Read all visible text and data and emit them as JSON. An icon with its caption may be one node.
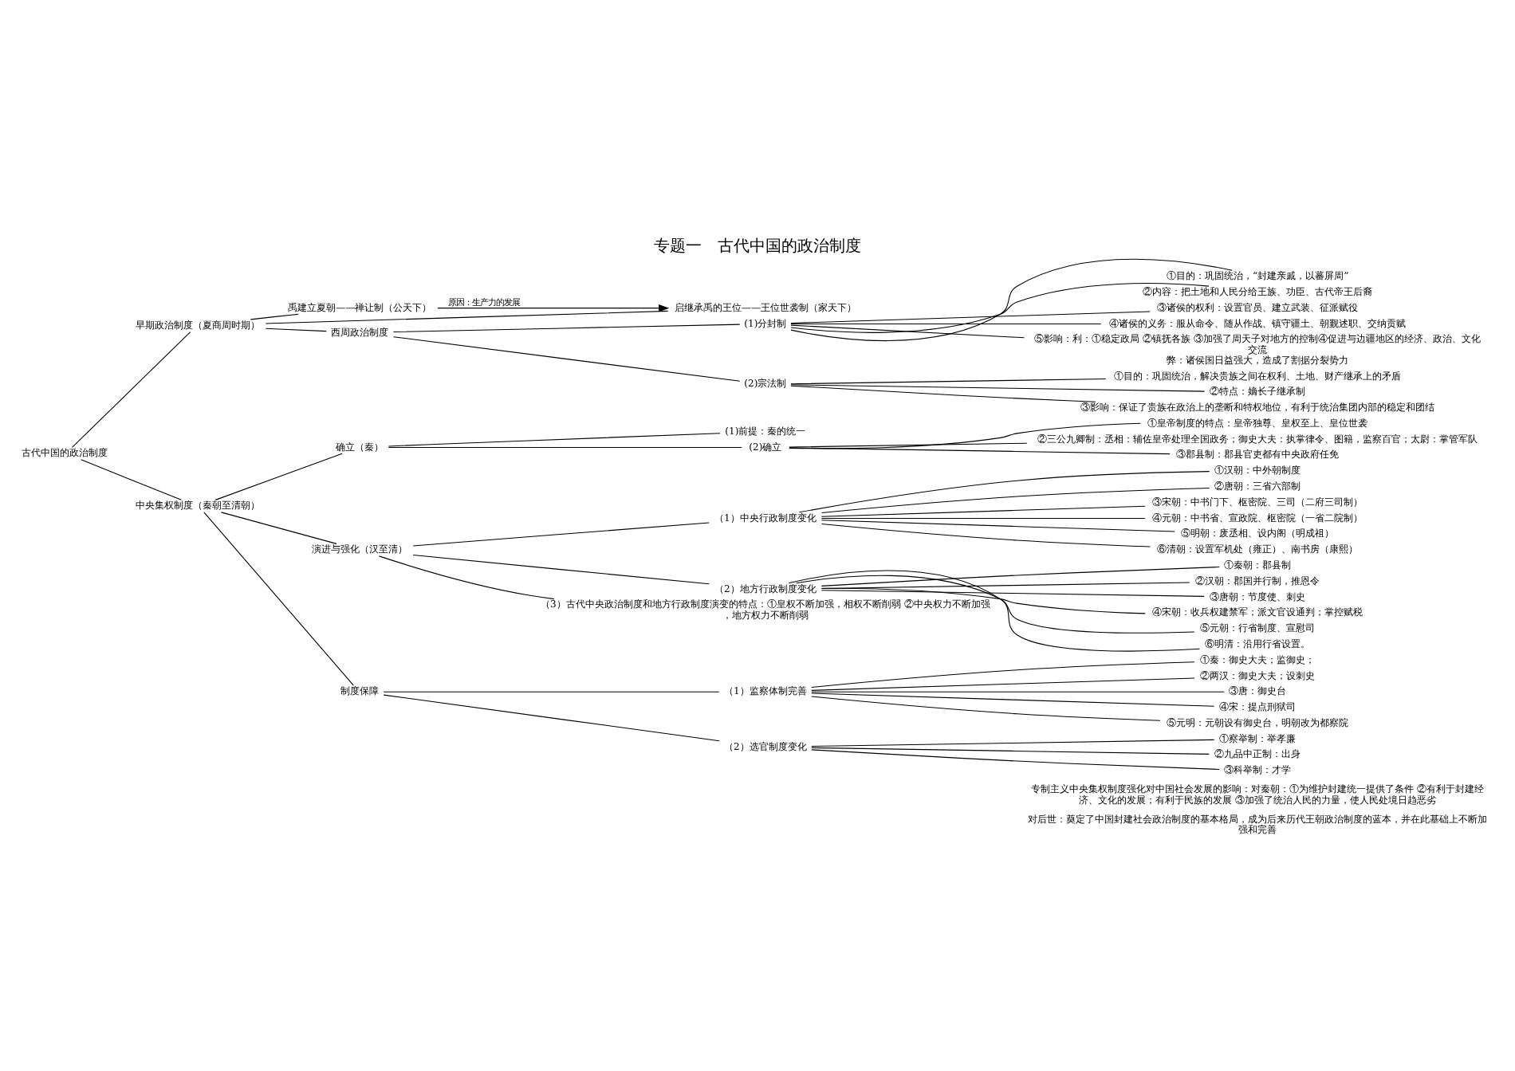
{
  "diagram": {
    "title": "专题一　古代中国的政治制度",
    "nodes": [
      {
        "text": [
          "古代中国的政治制度"
        ]
      },
      {
        "text": [
          "早期政治制度（夏商周时期）"
        ]
      },
      {
        "text": [
          "禹建立夏朝——禅让制（公天下）"
        ]
      },
      {
        "text": [
          "启继承禹的王位——王位世袭制（家天下）"
        ]
      },
      {
        "text": [
          "西周政治制度"
        ]
      },
      {
        "text": [
          "(1)分封制"
        ]
      },
      {
        "text": [
          "①目的：巩固统治，“封建亲戚，以蕃屏周”"
        ]
      },
      {
        "text": [
          "②内容：把土地和人民分给王族、功臣、古代帝王后裔"
        ]
      },
      {
        "text": [
          "③诸侯的权利：设置官员、建立武装、征派赋役"
        ]
      },
      {
        "text": [
          "④诸侯的义务：服从命令、随从作战、镇守疆土、朝觐述职、交纳贡赋"
        ]
      },
      {
        "text": [
          "⑤影响：利：①稳定政局 ②镇抚各族 ③加强了周天子对地方的控制④促进与边疆地区的经济、政治、文化交流",
          "弊：诸侯国日益强大，造成了割据分裂势力"
        ]
      },
      {
        "text": [
          "(2)宗法制"
        ]
      },
      {
        "text": [
          "①目的：巩固统治，解决贵族之间在权利、土地、财产继承上的矛盾"
        ]
      },
      {
        "text": [
          "②特点：嫡长子继承制"
        ]
      },
      {
        "text": [
          "③影响：保证了贵族在政治上的垄断和特权地位，有利于统治集团内部的稳定和团结"
        ]
      },
      {
        "text": [
          "中央集权制度（秦朝至清朝）"
        ]
      },
      {
        "text": [
          "确立（秦）"
        ]
      },
      {
        "text": [
          "(1)前提：秦的统一"
        ]
      },
      {
        "text": [
          "(2)确立"
        ]
      },
      {
        "text": [
          "①皇帝制度的特点：皇帝独尊、皇权至上、皇位世袭"
        ]
      },
      {
        "text": [
          "②三公九卿制：丞相：辅佐皇帝处理全国政务；御史大夫：执掌律令、图籍，监察百官；太尉：掌管军队"
        ]
      },
      {
        "text": [
          "③郡县制：郡县官吏都有中央政府任免"
        ]
      },
      {
        "text": [
          "演进与强化（汉至清）"
        ]
      },
      {
        "text": [
          "（1）中央行政制度变化"
        ]
      },
      {
        "text": [
          "①汉朝：中外朝制度"
        ]
      },
      {
        "text": [
          "②唐朝：三省六部制"
        ]
      },
      {
        "text": [
          "③宋朝：中书门下、枢密院、三司（二府三司制）"
        ]
      },
      {
        "text": [
          "④元朝：中书省、宣政院、枢密院（一省二院制）"
        ]
      },
      {
        "text": [
          "⑤明朝：废丞相、设内阁（明成祖）"
        ]
      },
      {
        "text": [
          "⑥清朝：设置军机处（雍正）、南书房（康熙）"
        ]
      },
      {
        "text": [
          "（2）地方行政制度变化"
        ]
      },
      {
        "text": [
          "①秦朝：郡县制"
        ]
      },
      {
        "text": [
          "②汉朝：郡国并行制，推恩令"
        ]
      },
      {
        "text": [
          "③唐朝：节度使、刺史"
        ]
      },
      {
        "text": [
          "④宋朝：收兵权建禁军；派文官设通判；掌控赋税"
        ]
      },
      {
        "text": [
          "⑤元朝：行省制度、宣慰司"
        ]
      },
      {
        "text": [
          "⑥明清：沿用行省设置。"
        ]
      },
      {
        "text": [
          "（3）古代中央政治制度和地方行政制度演变的特点：①皇权不断加强，相权不断削弱 ②中央权力不断加强，地方权力不断削弱"
        ]
      },
      {
        "text": [
          "制度保障"
        ]
      },
      {
        "text": [
          "（1）监察体制完善"
        ]
      },
      {
        "text": [
          "①秦：御史大夫；监御史；"
        ]
      },
      {
        "text": [
          "②两汉：御史大夫；设刺史"
        ]
      },
      {
        "text": [
          "③唐：御史台"
        ]
      },
      {
        "text": [
          "④宋：提点刑狱司"
        ]
      },
      {
        "text": [
          "⑤元明：元朝设有御史台，明朝改为都察院"
        ]
      },
      {
        "text": [
          "（2）选官制度变化"
        ]
      },
      {
        "text": [
          "①察举制：举孝廉"
        ]
      },
      {
        "text": [
          "②九品中正制：出身"
        ]
      },
      {
        "text": [
          "③科举制：才学"
        ]
      }
    ],
    "edges": [
      {
        "from": 0,
        "to": 1,
        "arrow": "none"
      },
      {
        "from": 0,
        "to": 15,
        "arrow": "none"
      },
      {
        "from": 1,
        "to": 2,
        "arrow": "none"
      },
      {
        "from": 1,
        "to": 3,
        "arrow": "none"
      },
      {
        "from": 1,
        "to": 4,
        "arrow": "none"
      },
      {
        "from": 2,
        "to": 3,
        "arrow": "to",
        "label": "原因：生产力的发展"
      },
      {
        "from": 4,
        "to": 5,
        "arrow": "none"
      },
      {
        "from": 4,
        "to": 11,
        "arrow": "none"
      },
      {
        "from": 5,
        "to": 6,
        "arrow": "none"
      },
      {
        "from": 5,
        "to": 7,
        "arrow": "none"
      },
      {
        "from": 5,
        "to": 8,
        "arrow": "none"
      },
      {
        "from": 5,
        "to": 9,
        "arrow": "none"
      },
      {
        "from": 5,
        "to": 10,
        "arrow": "none"
      },
      {
        "from": 11,
        "to": 12,
        "arrow": "none"
      },
      {
        "from": 11,
        "to": 13,
        "arrow": "none"
      },
      {
        "from": 11,
        "to": 14,
        "arrow": "none"
      },
      {
        "from": 15,
        "to": 16,
        "arrow": "none"
      },
      {
        "from": 15,
        "to": 22,
        "arrow": "none"
      },
      {
        "from": 15,
        "to": 38,
        "arrow": "none"
      },
      {
        "from": 16,
        "to": 17,
        "arrow": "none"
      },
      {
        "from": 16,
        "to": 18,
        "arrow": "none"
      },
      {
        "from": 18,
        "to": 19,
        "arrow": "none"
      },
      {
        "from": 18,
        "to": 20,
        "arrow": "none"
      },
      {
        "from": 18,
        "to": 21,
        "arrow": "none"
      },
      {
        "from": 22,
        "to": 23,
        "arrow": "none"
      },
      {
        "from": 22,
        "to": 30,
        "arrow": "none"
      },
      {
        "from": 22,
        "to": 37,
        "arrow": "none"
      },
      {
        "from": 23,
        "to": 24,
        "arrow": "none"
      },
      {
        "from": 23,
        "to": 25,
        "arrow": "none"
      },
      {
        "from": 23,
        "to": 26,
        "arrow": "none"
      },
      {
        "from": 23,
        "to": 27,
        "arrow": "none"
      },
      {
        "from": 23,
        "to": 28,
        "arrow": "none"
      },
      {
        "from": 23,
        "to": 29,
        "arrow": "none"
      },
      {
        "from": 30,
        "to": 31,
        "arrow": "none"
      },
      {
        "from": 30,
        "to": 32,
        "arrow": "none"
      },
      {
        "from": 30,
        "to": 33,
        "arrow": "none"
      },
      {
        "from": 30,
        "to": 34,
        "arrow": "none"
      },
      {
        "from": 30,
        "to": 35,
        "arrow": "none"
      },
      {
        "from": 30,
        "to": 36,
        "arrow": "none"
      },
      {
        "from": 38,
        "to": 39,
        "arrow": "none"
      },
      {
        "from": 38,
        "to": 45,
        "arrow": "none"
      },
      {
        "from": 39,
        "to": 40,
        "arrow": "none"
      },
      {
        "from": 39,
        "to": 41,
        "arrow": "none"
      },
      {
        "from": 39,
        "to": 42,
        "arrow": "none"
      },
      {
        "from": 39,
        "to": 43,
        "arrow": "none"
      },
      {
        "from": 39,
        "to": 44,
        "arrow": "none"
      },
      {
        "from": 45,
        "to": 46,
        "arrow": "none"
      },
      {
        "from": 45,
        "to": 47,
        "arrow": "none"
      },
      {
        "from": 45,
        "to": 48,
        "arrow": "none"
      }
    ],
    "labels": [
      "专制主义中央集权制度强化对中国社会发展的影响：对秦朝：①为维护封建统一提供了条件 ②有利于封建经济、文化的发展；有利于民族的发展 ③加强了统治人民的力量，使人民处境日趋恶劣",
      "对后世：奠定了中国封建社会政治制度的基本格局，成为后来历代王朝政治制度的蓝本，并在此基础上不断加强和完善"
    ]
  }
}
